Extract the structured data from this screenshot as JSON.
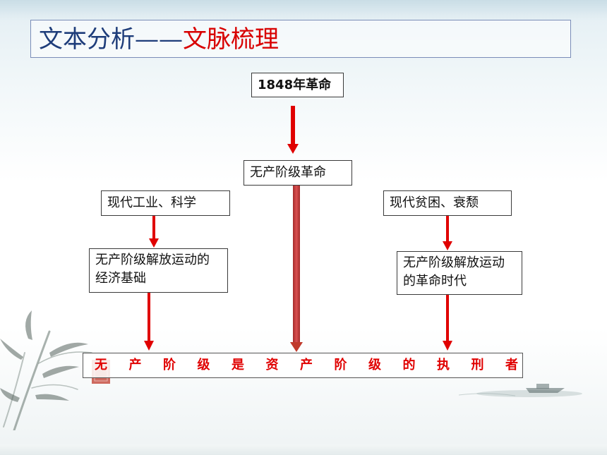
{
  "title": {
    "main": "文本分析",
    "dash": "——",
    "accent": "文脉梳理"
  },
  "nodes": {
    "revolution_1848": "1848年革命",
    "proletarian_revolution": "无产阶级革命",
    "modern_industry": "现代工业、科学",
    "economic_basis": "无产阶级解放运动的经济基础",
    "modern_poverty": "现代贫困、衰颓",
    "revolution_era": "无产阶级解放运动的革命时代"
  },
  "bottom": {
    "chars": [
      "无",
      "产",
      "阶",
      "级",
      "是",
      "资",
      "产",
      "阶",
      "级",
      "的",
      "执",
      "刑",
      "者"
    ]
  },
  "colors": {
    "arrow": "#e00000",
    "title_blue": "#1e3d7a",
    "title_red": "#d80000",
    "bottom_text": "#e00000"
  },
  "icons": {
    "left_decoration": "bamboo-painting",
    "right_decoration": "boat-painting",
    "seal": "red-seal"
  }
}
